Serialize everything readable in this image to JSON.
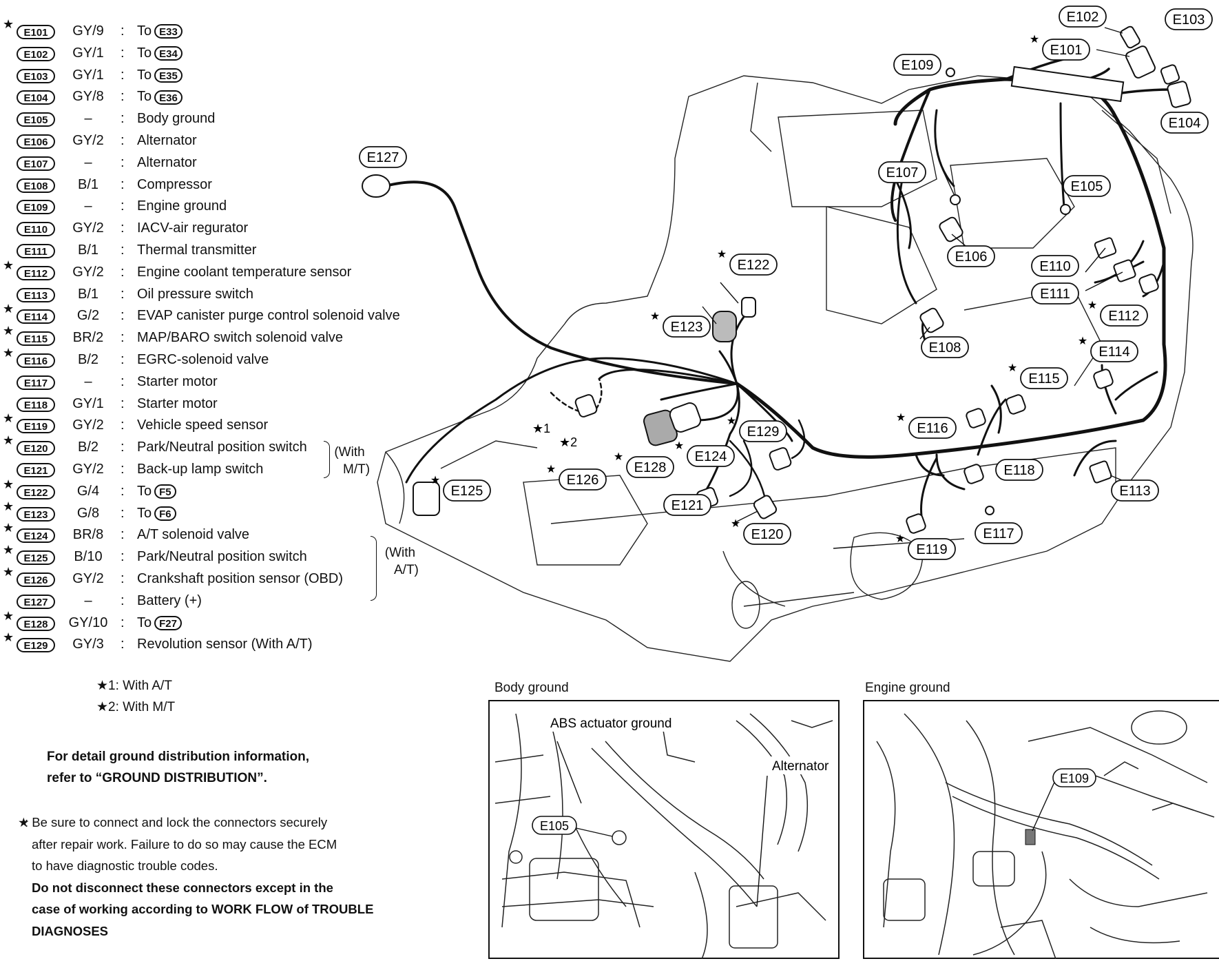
{
  "connectors": [
    {
      "id": "E101",
      "star": true,
      "code": "GY/9",
      "desc": "To",
      "target": "E33"
    },
    {
      "id": "E102",
      "star": false,
      "code": "GY/1",
      "desc": "To",
      "target": "E34"
    },
    {
      "id": "E103",
      "star": false,
      "code": "GY/1",
      "desc": "To",
      "target": "E35"
    },
    {
      "id": "E104",
      "star": false,
      "code": "GY/8",
      "desc": "To",
      "target": "E36"
    },
    {
      "id": "E105",
      "star": false,
      "code": "–",
      "desc": "Body ground"
    },
    {
      "id": "E106",
      "star": false,
      "code": "GY/2",
      "desc": "Alternator"
    },
    {
      "id": "E107",
      "star": false,
      "code": "–",
      "desc": "Alternator"
    },
    {
      "id": "E108",
      "star": false,
      "code": "B/1",
      "desc": "Compressor"
    },
    {
      "id": "E109",
      "star": false,
      "code": "–",
      "desc": "Engine ground"
    },
    {
      "id": "E110",
      "star": false,
      "code": "GY/2",
      "desc": "IACV-air regurator"
    },
    {
      "id": "E111",
      "star": false,
      "code": "B/1",
      "desc": "Thermal transmitter"
    },
    {
      "id": "E112",
      "star": true,
      "code": "GY/2",
      "desc": "Engine coolant temperature sensor"
    },
    {
      "id": "E113",
      "star": false,
      "code": "B/1",
      "desc": "Oil pressure switch"
    },
    {
      "id": "E114",
      "star": true,
      "code": "G/2",
      "desc": "EVAP canister purge control solenoid valve"
    },
    {
      "id": "E115",
      "star": true,
      "code": "BR/2",
      "desc": "MAP/BARO switch solenoid valve"
    },
    {
      "id": "E116",
      "star": true,
      "code": "B/2",
      "desc": "EGRC-solenoid valve"
    },
    {
      "id": "E117",
      "star": false,
      "code": "–",
      "desc": "Starter motor"
    },
    {
      "id": "E118",
      "star": false,
      "code": "GY/1",
      "desc": "Starter motor"
    },
    {
      "id": "E119",
      "star": true,
      "code": "GY/2",
      "desc": "Vehicle speed sensor"
    },
    {
      "id": "E120",
      "star": true,
      "code": "B/2",
      "desc": "Park/Neutral position switch"
    },
    {
      "id": "E121",
      "star": false,
      "code": "GY/2",
      "desc": "Back-up lamp switch"
    },
    {
      "id": "E122",
      "star": true,
      "code": "G/4",
      "desc": "To",
      "target": "F5"
    },
    {
      "id": "E123",
      "star": true,
      "code": "G/8",
      "desc": "To",
      "target": "F6"
    },
    {
      "id": "E124",
      "star": true,
      "code": "BR/8",
      "desc": "A/T solenoid valve"
    },
    {
      "id": "E125",
      "star": true,
      "code": "B/10",
      "desc": "Park/Neutral position switch"
    },
    {
      "id": "E126",
      "star": true,
      "code": "GY/2",
      "desc": "Crankshaft position sensor (OBD)"
    },
    {
      "id": "E127",
      "star": false,
      "code": "–",
      "desc": "Battery (+)"
    },
    {
      "id": "E128",
      "star": true,
      "code": "GY/10",
      "desc": "To",
      "target": "F27"
    },
    {
      "id": "E129",
      "star": true,
      "code": "GY/3",
      "desc": "Revolution sensor (With A/T)"
    }
  ],
  "groups": {
    "mt": {
      "line1": "(With",
      "line2": "M/T)"
    },
    "at": {
      "line1": "(With",
      "line2": "A/T)"
    }
  },
  "notes": {
    "note1": "★1: With A/T",
    "note2": "★2: With M/T",
    "ground_line1": "For detail ground distribution information,",
    "ground_line2": "refer to “GROUND DISTRIBUTION”.",
    "star_symbol": "★",
    "star_line1": ": Be sure to connect and lock the connectors securely",
    "star_line2": "after repair work. Failure to do so may cause the ECM",
    "star_line3": "to have diagnostic trouble codes.",
    "bold_line1": "Do not disconnect these connectors except in the",
    "bold_line2": "case of working according to WORK FLOW of TROUBLE",
    "bold_line3": "DIAGNOSES"
  },
  "diagram": {
    "star": "★",
    "star1": "★1",
    "star2": "★2",
    "callouts": [
      "E101",
      "E102",
      "E103",
      "E104",
      "E105",
      "E106",
      "E107",
      "E108",
      "E109",
      "E110",
      "E111",
      "E112",
      "E113",
      "E114",
      "E115",
      "E116",
      "E117",
      "E118",
      "E119",
      "E120",
      "E121",
      "E122",
      "E123",
      "E124",
      "E125",
      "E126",
      "E127",
      "E128",
      "E129"
    ]
  },
  "insets": {
    "body": {
      "title": "Body ground",
      "label_abs": "ABS actuator ground",
      "label_alt": "Alternator",
      "label_conn": "E105"
    },
    "engine": {
      "title": "Engine ground",
      "label_conn": "E109"
    }
  }
}
